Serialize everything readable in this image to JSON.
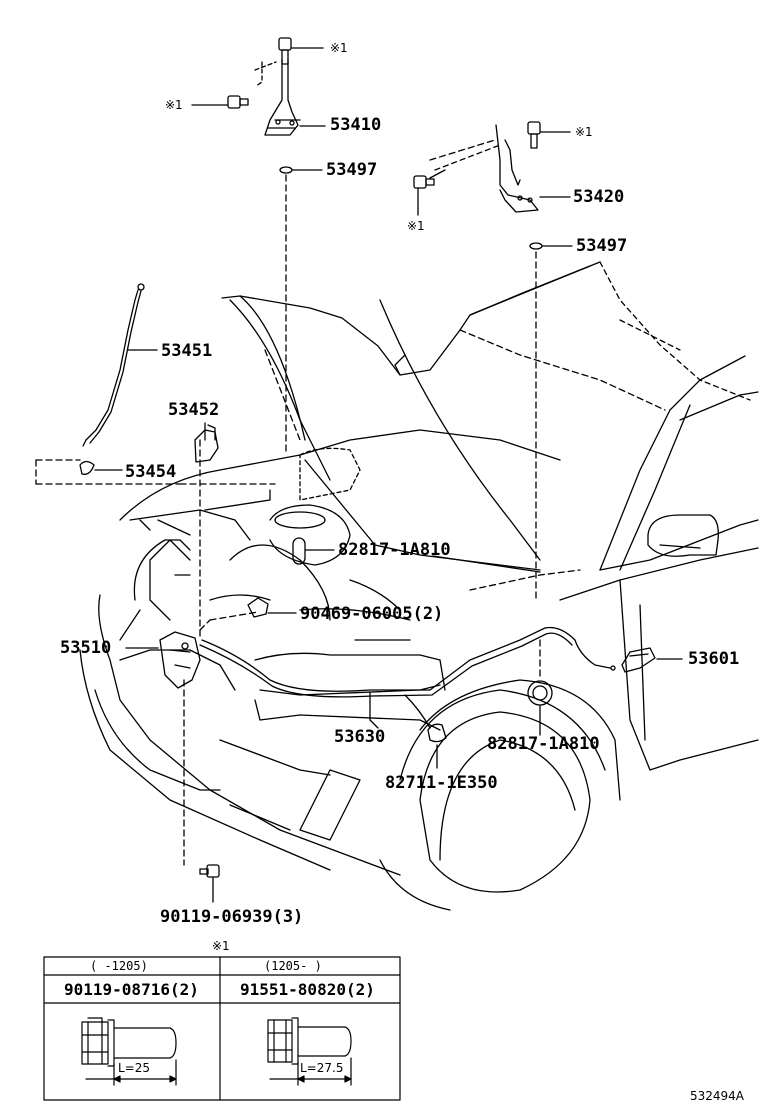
{
  "note_symbol": "※1",
  "callouts": {
    "p53410": "53410",
    "p53497_left": "53497",
    "p53420": "53420",
    "p53497_right": "53497",
    "p53451": "53451",
    "p53452": "53452",
    "p53454": "53454",
    "p82817_upper": "82817-1A810",
    "p90469": "90469-06005(2)",
    "p53510": "53510",
    "p53601": "53601",
    "p53630": "53630",
    "p82817_lower": "82817-1A810",
    "p82711": "82711-1E350",
    "p90119_06939": "90119-06939(3)"
  },
  "note_markers": {
    "top_bolt": "※1",
    "left_bolt": "※1",
    "right_bolt": "※1",
    "right_side_bolt": "※1"
  },
  "table": {
    "title": "※1",
    "col1_range": "(   -1205)",
    "col2_range": "(1205-   )",
    "col1_part": "90119-08716(2)",
    "col2_part": "91551-80820(2)",
    "col1_length": "L=25",
    "col2_length": "L=27.5"
  },
  "illustration_id": "532494A"
}
